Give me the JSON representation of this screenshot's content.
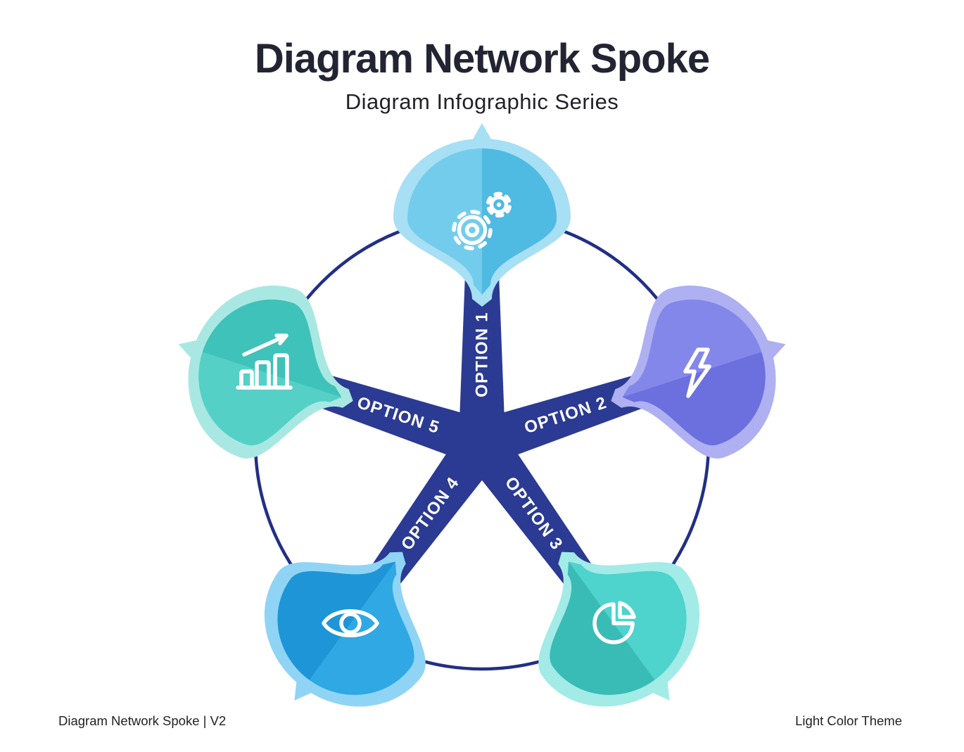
{
  "header": {
    "title": "Diagram Network Spoke",
    "subtitle": "Diagram Infographic Series"
  },
  "footer": {
    "left": "Diagram Network Spoke | V2",
    "right": "Light Color Theme"
  },
  "colors": {
    "background": "#ffffff",
    "title_text": "#232433",
    "spoke": "#2B3A92",
    "arc": "#222F85",
    "label_text": "#ffffff",
    "icon_stroke": "#ffffff"
  },
  "nodes": [
    {
      "label": "OPTION 1",
      "icon": "gears-icon",
      "position": "top",
      "colors": {
        "outer": "#A7DFF4",
        "inner_light": "#74CCEC",
        "inner_dark": "#4FBAE2"
      }
    },
    {
      "label": "OPTION 2",
      "icon": "lightning-icon",
      "position": "right",
      "colors": {
        "outer": "#AEB0F1",
        "inner_light": "#8487EA",
        "inner_dark": "#6C6FDE"
      }
    },
    {
      "label": "OPTION 3",
      "icon": "pie-chart-icon",
      "position": "bottom-right",
      "colors": {
        "outer": "#A3EBE7",
        "inner_light": "#4ED3CD",
        "inner_dark": "#3ABCB6"
      }
    },
    {
      "label": "OPTION 4",
      "icon": "eye-icon",
      "position": "bottom-left",
      "colors": {
        "outer": "#90D4F5",
        "inner_light": "#2FA8E4",
        "inner_dark": "#1E95D7"
      }
    },
    {
      "label": "OPTION 5",
      "icon": "bar-chart-icon",
      "position": "left",
      "colors": {
        "outer": "#A9E8E2",
        "inner_light": "#55D0C7",
        "inner_dark": "#3EC2BA"
      }
    }
  ]
}
